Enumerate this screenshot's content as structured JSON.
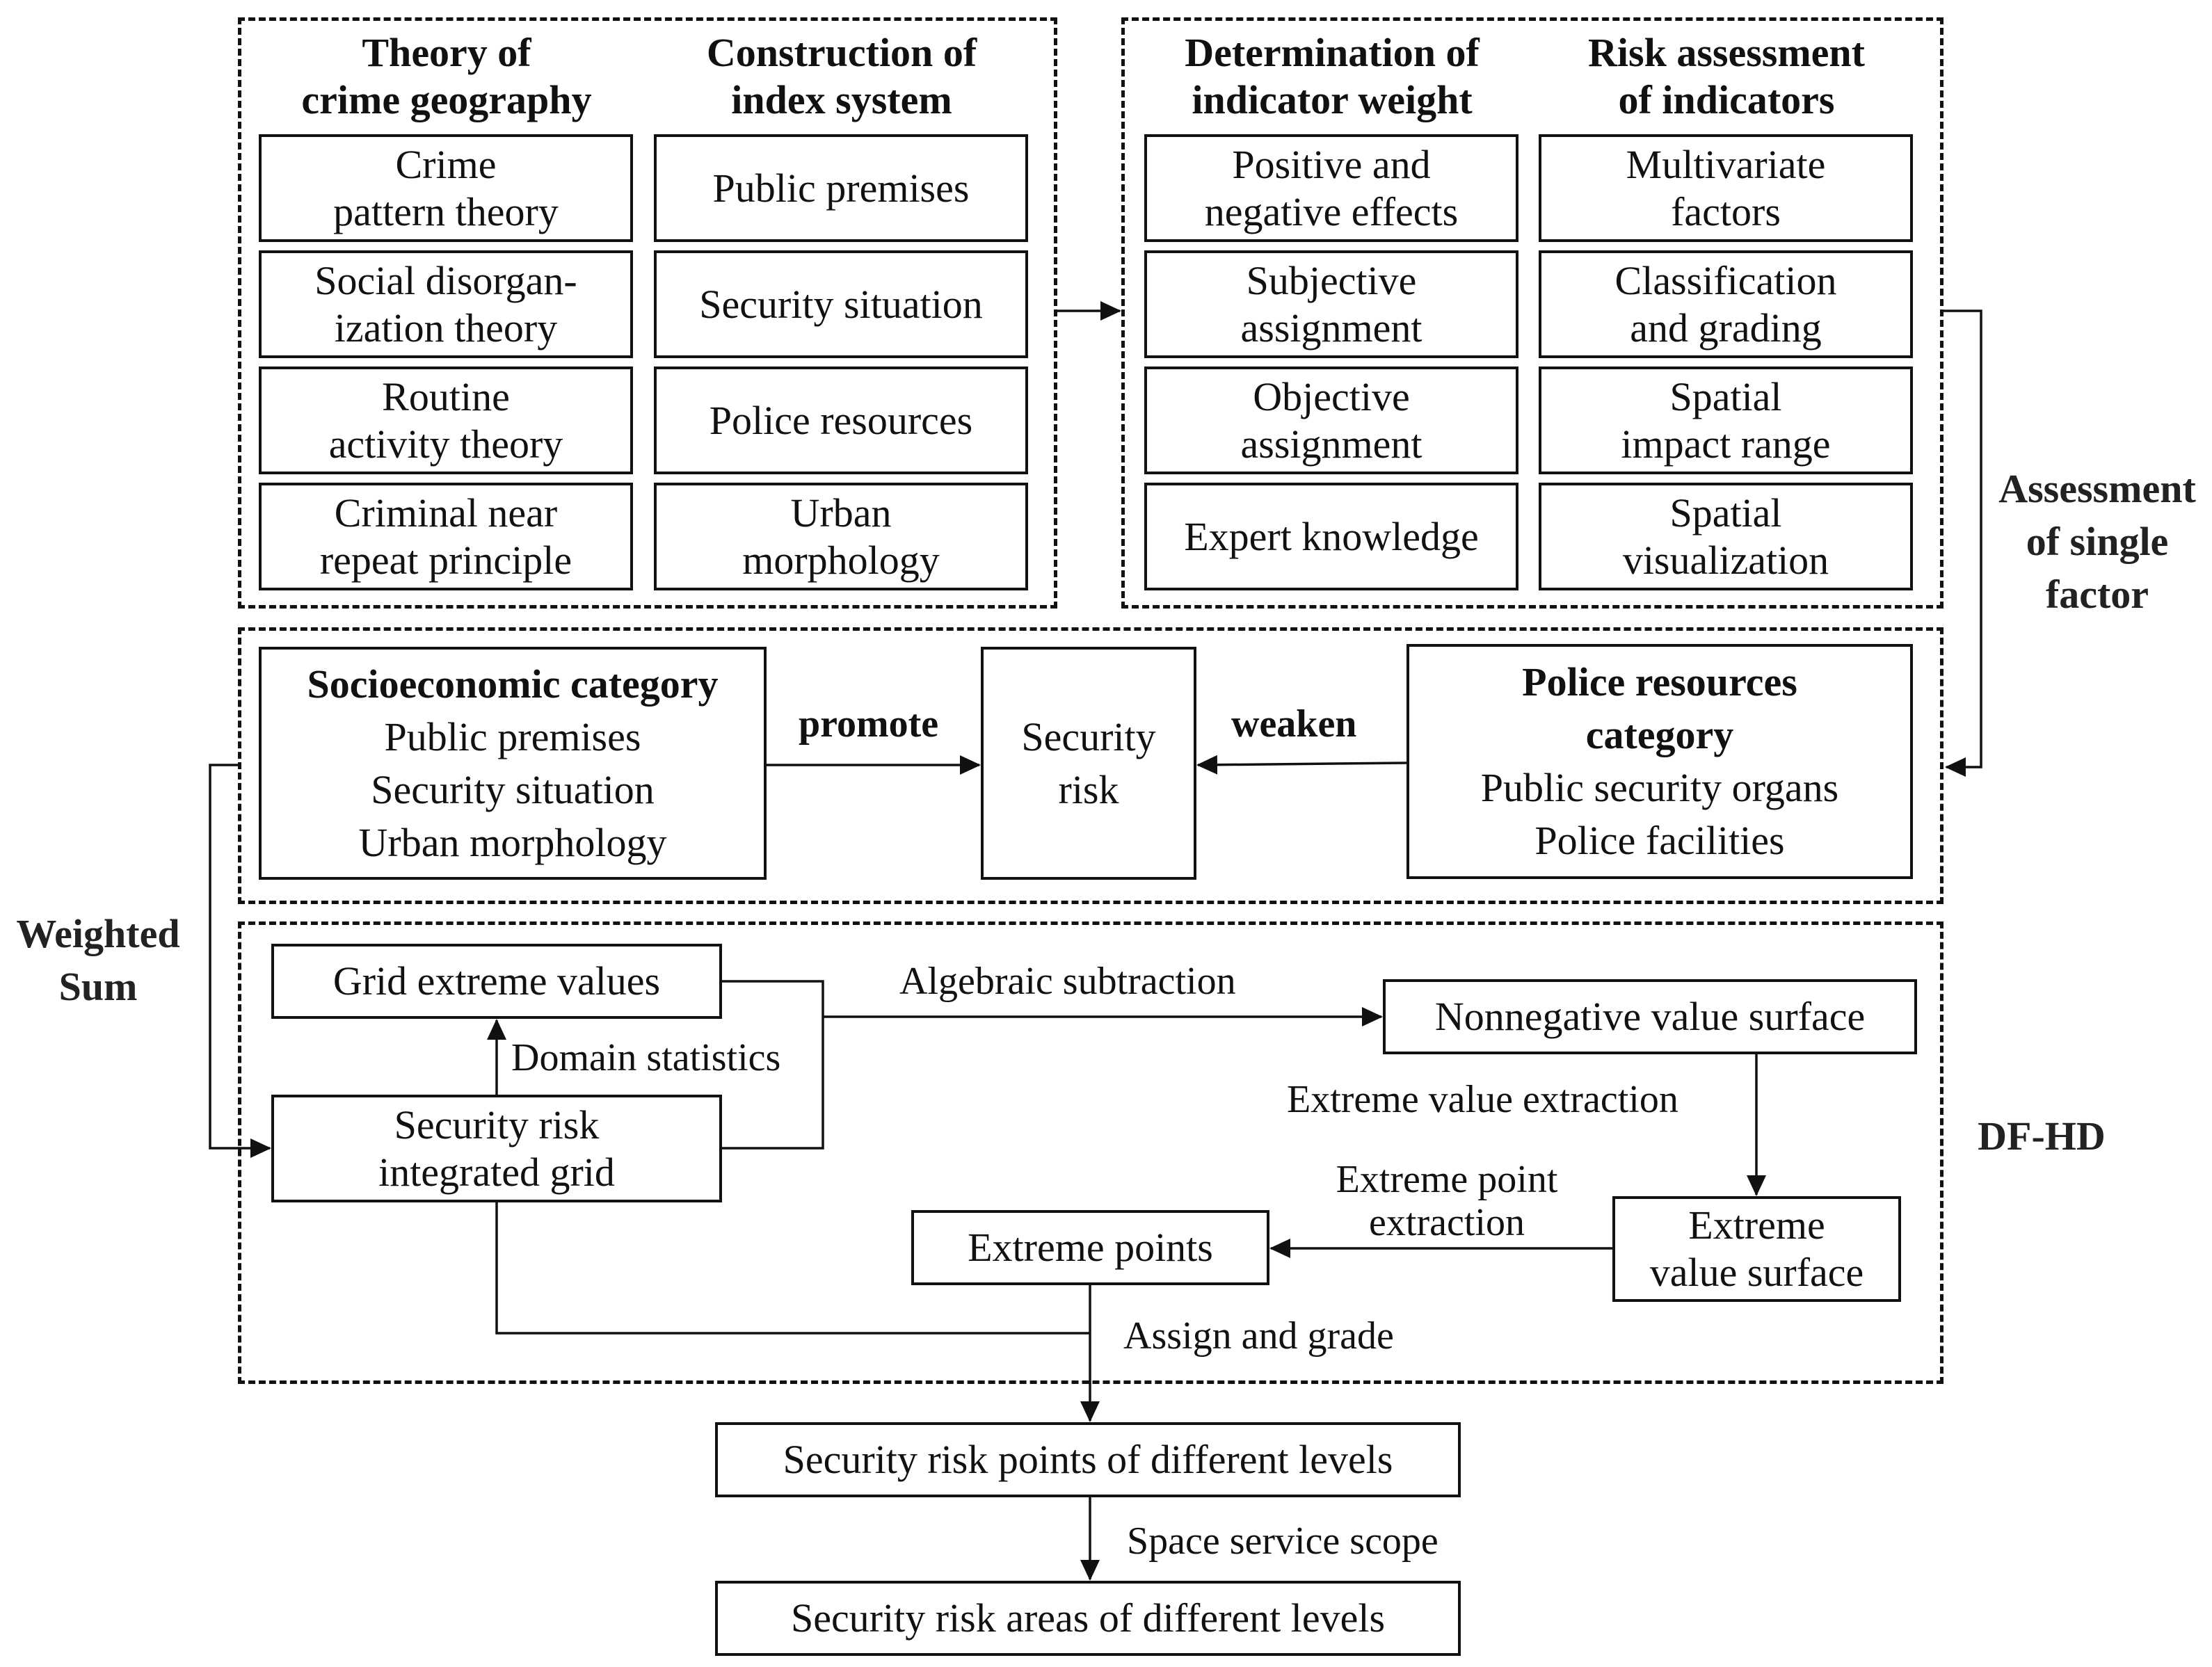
{
  "top_left": {
    "theory": {
      "header": [
        "Theory of",
        "crime geography"
      ],
      "items": [
        [
          "Crime",
          "pattern theory"
        ],
        [
          "Social disorgan-",
          "ization theory"
        ],
        [
          "Routine",
          "activity theory"
        ],
        [
          "Criminal near",
          "repeat principle"
        ]
      ]
    },
    "index": {
      "header": [
        "Construction of",
        "index system"
      ],
      "items": [
        [
          "Public premises"
        ],
        [
          "Security situation"
        ],
        [
          "Police resources"
        ],
        [
          "Urban",
          "morphology"
        ]
      ]
    }
  },
  "top_right": {
    "weight": {
      "header": [
        "Determination of",
        "indicator weight"
      ],
      "items": [
        [
          "Positive and",
          "negative effects"
        ],
        [
          "Subjective",
          "assignment"
        ],
        [
          "Objective",
          "assignment"
        ],
        [
          "Expert knowledge"
        ]
      ]
    },
    "risk": {
      "header": [
        "Risk assessment",
        "of indicators"
      ],
      "items": [
        [
          "Multivariate",
          "factors"
        ],
        [
          "Classification",
          "and grading"
        ],
        [
          "Spatial",
          "impact range"
        ],
        [
          "Spatial",
          "visualization"
        ]
      ]
    }
  },
  "side_labels": {
    "assessment": [
      "Assessment",
      "of single",
      "factor"
    ],
    "weighted": [
      "Weighted",
      "Sum"
    ],
    "dfhd": "DF-HD"
  },
  "middle": {
    "socio": {
      "title": "Socioeconomic category",
      "lines": [
        "Public premises",
        "Security situation",
        "Urban morphology"
      ]
    },
    "promote": "promote",
    "security_risk": [
      "Security",
      "risk"
    ],
    "weaken": "weaken",
    "police": {
      "title": [
        "Police resources",
        "category"
      ],
      "lines": [
        "Public security organs",
        "Police facilities"
      ]
    }
  },
  "bottom": {
    "grid_extreme": "Grid extreme values",
    "domain_stats": "Domain statistics",
    "integrated_grid": [
      "Security risk",
      "integrated grid"
    ],
    "algebraic": "Algebraic subtraction",
    "nonnegative": "Nonnegative value surface",
    "extreme_value_extraction": "Extreme value extraction",
    "extreme_surface": [
      "Extreme",
      "value surface"
    ],
    "extreme_point_extraction": [
      "Extreme point",
      "extraction"
    ],
    "extreme_points": "Extreme points",
    "assign_grade": "Assign and grade"
  },
  "outputs": {
    "points": "Security risk points of different levels",
    "space_scope": "Space service scope",
    "areas": "Security risk areas of different levels"
  }
}
